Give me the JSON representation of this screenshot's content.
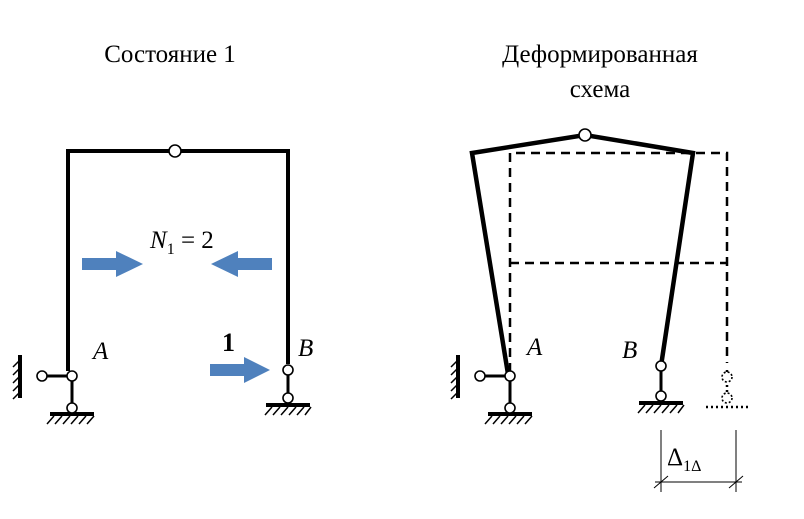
{
  "left": {
    "title": "Состояние 1",
    "force_label": "N",
    "force_sub": "1",
    "force_eq": " = 2",
    "load_value": "1",
    "support_a": "A",
    "support_b": "B"
  },
  "right": {
    "title_line1": "Деформированная",
    "title_line2": "схема",
    "support_a": "A",
    "support_b": "B",
    "delta_symbol": "Δ",
    "delta_sub": "1Δ"
  },
  "colors": {
    "arrow": "#4f81bd",
    "line": "#000000"
  }
}
